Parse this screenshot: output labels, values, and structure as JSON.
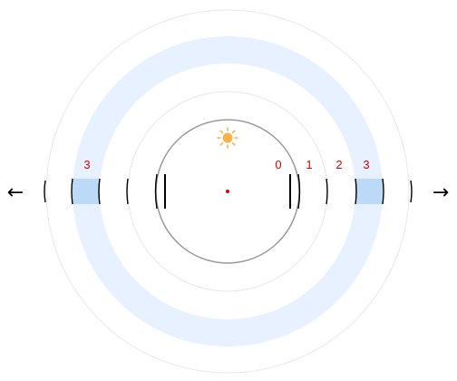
{
  "labels": {
    "left_band": "3",
    "right_0": "0",
    "right_1": "1",
    "right_2": "2",
    "right_3": "3"
  },
  "arrows": {
    "left": "←",
    "right": "→"
  },
  "icons": {
    "sun": "sun-icon"
  },
  "colors": {
    "band_ring": "#e8f1ff",
    "band_highlight": "#bcd9f7",
    "thin_rings": "#e8e8e8",
    "center_circle": "#9a9a9a",
    "marks": "#000000",
    "center_dot": "#e00000",
    "labels": "#e00000",
    "sun": "#f7b24a"
  }
}
